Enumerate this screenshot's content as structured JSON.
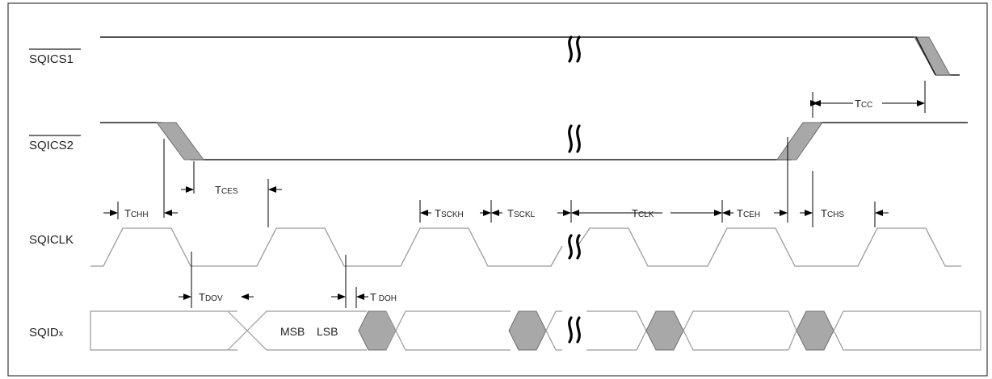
{
  "signals": {
    "cs1": {
      "main": "SQICS1",
      "sub": ""
    },
    "cs2": {
      "main": "SQICS2",
      "sub": ""
    },
    "clk": {
      "main": "SQICLK",
      "sub": ""
    },
    "dat": {
      "main": "SQID",
      "sub": "x"
    }
  },
  "timings": {
    "tcc": {
      "main": "T",
      "sub": "CC"
    },
    "tces": {
      "main": "T",
      "sub": "CES"
    },
    "tchh": {
      "main": "T",
      "sub": "CHH"
    },
    "tsckh": {
      "main": "T",
      "sub": "SCKH"
    },
    "tsckl": {
      "main": "T",
      "sub": "SCKL"
    },
    "tclk": {
      "main": "T",
      "sub": "CLK"
    },
    "tceh": {
      "main": "T",
      "sub": "CEH"
    },
    "tchs": {
      "main": "T",
      "sub": "CHS"
    },
    "tdov": {
      "main": "T",
      "sub": "DOV"
    },
    "tdoh": {
      "main": "T",
      "sub": " DOH"
    }
  },
  "data_labels": {
    "msb": "MSB",
    "lsb": "LSB"
  },
  "colors": {
    "transition_fill": "#a8a8a8",
    "line": "#1e1e1e",
    "clock": "#9a9a9a"
  }
}
